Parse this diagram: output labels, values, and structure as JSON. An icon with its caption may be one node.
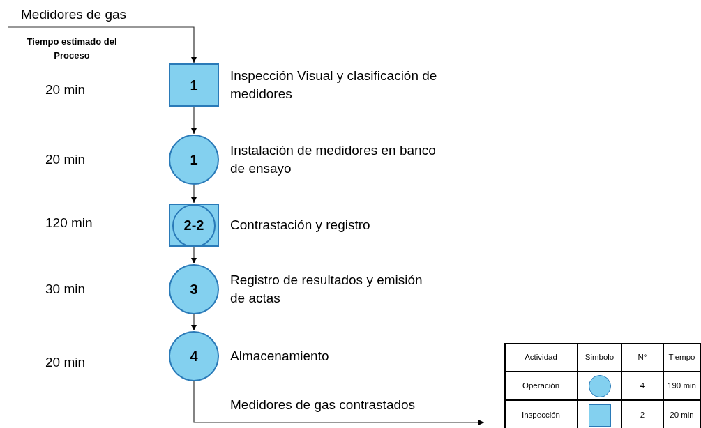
{
  "diagram": {
    "nodes": [
      {
        "text": [
          "1"
        ],
        "beside": [
          "Inspección Visual y clasificación de medidores"
        ]
      },
      {
        "text": [
          "1"
        ],
        "beside": [
          "Instalación de medidores en banco de ensayo"
        ]
      },
      {
        "text": [
          "2-2"
        ],
        "beside": [
          "Contrastación y registro"
        ]
      },
      {
        "text": [
          "3"
        ],
        "beside": [
          "Registro de resultados y emisión de actas"
        ]
      },
      {
        "text": [
          "4"
        ],
        "beside": [
          "Almacenamiento"
        ]
      }
    ],
    "edges": [
      {
        "from": null,
        "to": 0,
        "arrow": "to",
        "label": "Medidores de gas"
      },
      {
        "from": 0,
        "to": 1,
        "arrow": "to"
      },
      {
        "from": 1,
        "to": 2,
        "arrow": "to"
      },
      {
        "from": 2,
        "to": 3,
        "arrow": "to"
      },
      {
        "from": 3,
        "to": 4,
        "arrow": "to"
      },
      {
        "from": 4,
        "to": null,
        "arrow": "to",
        "label": "Medidores de gas contrastados"
      }
    ],
    "labels": [
      "Tiempo estimado del Proceso",
      "20 min",
      "20 min",
      "120 min",
      "30 min",
      "20 min",
      "Actividad",
      "Simbolo",
      "N°",
      "Tiempo",
      "Operación",
      "4",
      "190 min",
      "Inspección",
      "2",
      "20 min"
    ]
  }
}
